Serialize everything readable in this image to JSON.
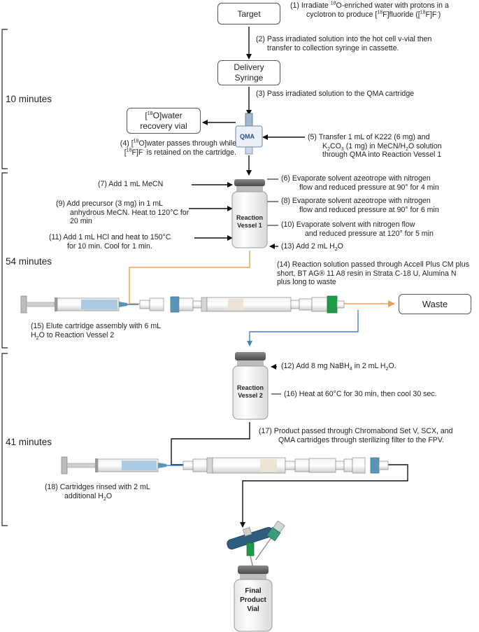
{
  "boxes": {
    "target": "Target",
    "delivery_1": "Delivery",
    "delivery_2": "Syringe",
    "recovery_1_pre": "[",
    "recovery_1_sup": "18",
    "recovery_1_post": "O]water",
    "recovery_2": "recovery vial",
    "waste": "Waste"
  },
  "durations": {
    "phase1": "10 minutes",
    "phase2": "54 minutes",
    "phase3": "41 minutes"
  },
  "labels": {
    "qma": "QMA",
    "rv1_line1": "Reaction",
    "rv1_line2": "Vessel 1",
    "rv2_line1": "Reaction",
    "rv2_line2": "Vessel 2",
    "fpv_line1": "Final",
    "fpv_line2": "Product",
    "fpv_line3": "Vial"
  },
  "steps": {
    "s1_l1_a": "(1)   Irradiate ",
    "s1_l1_sup": "18",
    "s1_l1_b": "O-enriched water with protons in a",
    "s1_l2_a": "cyclotron to produce [",
    "s1_l2_sup1": "18",
    "s1_l2_b": "F]fluoride ([",
    "s1_l2_sup2": "18",
    "s1_l2_c": "F]F",
    "s1_l2_sup3": "-",
    "s1_l2_d": ")",
    "s2_l1": "(2) Pass irradiated solution into the hot cell v-vial then",
    "s2_l2": "transfer to collection syringe in cassette.",
    "s3": "(3) Pass irradiated solution to the QMA cartridge",
    "s4_l1_a": "(4) [",
    "s4_l1_sup": "18",
    "s4_l1_b": "O]water passes through while",
    "s4_l2_a": "[",
    "s4_l2_sup1": "18",
    "s4_l2_b": "F]F",
    "s4_l2_sup2": "-",
    "s4_l2_c": " is retained on the cartridge.",
    "s5_l1": "(5)  Transfer 1 mL of K222 (6 mg) and",
    "s5_l2_a": "K",
    "s5_l2_sub1": "2",
    "s5_l2_b": "CO",
    "s5_l2_sub2": "3",
    "s5_l2_c": " (1 mg) in MeCN/H",
    "s5_l2_sub3": "2",
    "s5_l2_d": "O solution",
    "s5_l3": "through QMA into Reaction Vessel 1",
    "s6_l1": "(6)  Evaporate solvent azeotrope with nitrogen",
    "s6_l2": "flow and reduced pressure at 90° for 4 min",
    "s7": "(7)  Add 1 mL MeCN",
    "s8_l1": "(8)  Evaporate solvent azeotrope with nitrogen",
    "s8_l2": "flow and reduced pressure at 90° for 6 min",
    "s9_l1": "(9)  Add precursor (3 mg) in 1 mL",
    "s9_l2": "anhydrous MeCN. Heat to 120°C for",
    "s9_l3": "20 min",
    "s10_l1": "(10)  Evaporate solvent with nitrogen flow",
    "s10_l2": "and reduced pressure at 120° for 5 min",
    "s11_l1": "(11)  Add 1 mL HCl and heat to 150°C",
    "s11_l2": "for 10 min. Cool for 1 min.",
    "s13_a": "(13)  Add 2 mL H",
    "s13_sub": "2",
    "s13_b": "O",
    "s14_l1": "(14)  Reaction solution passed through Accell Plus CM plus",
    "s14_l2": "short, BT AG® 11 A8 resin in Strata C-18 U, Alumina N",
    "s14_l3": "plus long to waste",
    "s15_l1": "(15)  Elute cartridge assembly with 6 mL",
    "s15_l2_a": "H",
    "s15_l2_sub": "2",
    "s15_l2_b": "O to Reaction Vessel 2",
    "s12_a": "(12)  Add 8 mg NaBH",
    "s12_sub1": "4",
    "s12_b": " in 2 mL H",
    "s12_sub2": "2",
    "s12_c": "O.",
    "s16": "(16)  Heat at 60°C for 30 min, then cool 30 sec.",
    "s17_l1": "(17)  Product passed through Chromabond Set V, SCX, and",
    "s17_l2": "QMA cartridges through sterilizing filter to the FPV.",
    "s18_l1": "(18)  Cartridges rinsed with  2 mL",
    "s18_l2_a": "additional H",
    "s18_l2_sub": "2",
    "s18_l2_b": "O"
  },
  "colors": {
    "orange_line": "#f0a050",
    "blue_line": "#4a7fc4",
    "cartridge_blue": "#5b95b5",
    "cartridge_green": "#1e9a48",
    "cap_gray": "#6b6b6b",
    "syringe_fluid": "#aacbe2"
  }
}
